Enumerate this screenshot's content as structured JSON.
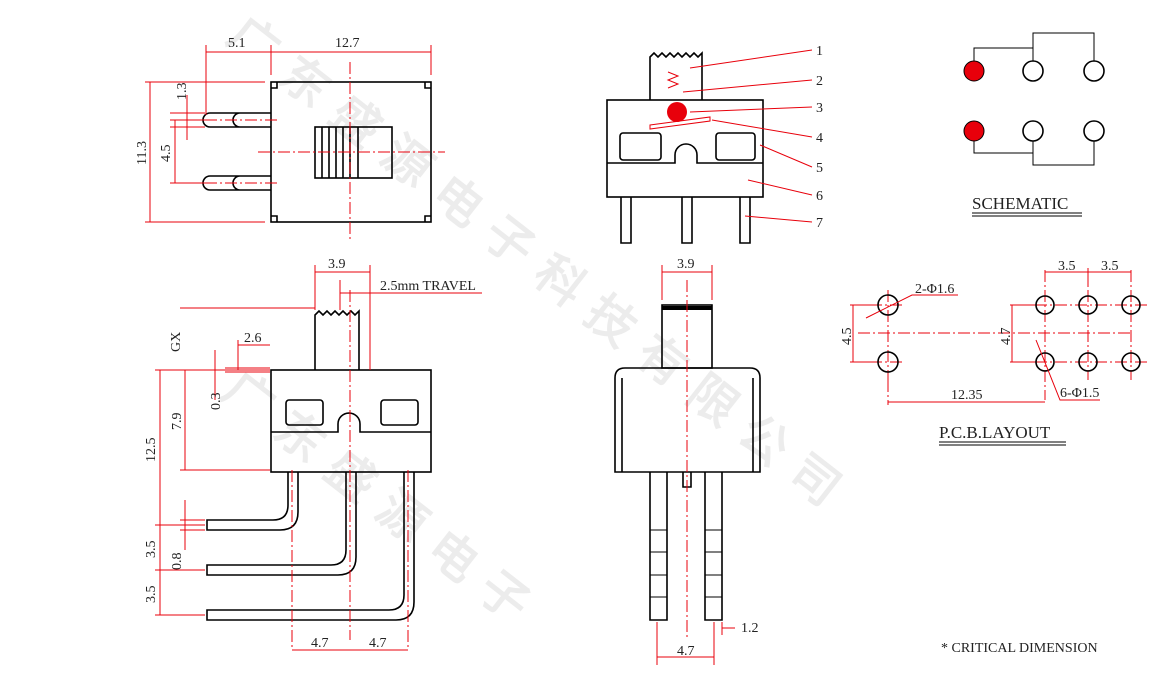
{
  "watermark": "广东盛源电子科技有限公司",
  "colors": {
    "dimension": "#e8000b",
    "outline": "#000000",
    "schematic_fill": "#e8000b"
  },
  "top_view": {
    "dim_pin_length": "5.1",
    "dim_body_length": "12.7",
    "dim_body_height": "11.3",
    "dim_pin_offset": "1.3",
    "dim_pin_pitch": "4.5"
  },
  "side_view": {
    "callouts": [
      "1",
      "2",
      "3",
      "4",
      "5",
      "6",
      "7"
    ]
  },
  "schematic": {
    "title": "SCHEMATIC"
  },
  "right_angle_view": {
    "dim_actuator_width": "3.9",
    "travel": "2.5mm TRAVEL",
    "dim_gx": "GX",
    "dim_2_6": "2.6",
    "dim_0_3": "0.3",
    "dim_7_9": "7.9",
    "dim_12_5": "12.5",
    "dim_3_5_a": "3.5",
    "dim_0_8": "0.8",
    "dim_3_5_b": "3.5",
    "dim_4_7_a": "4.7",
    "dim_4_7_b": "4.7"
  },
  "front_view": {
    "dim_actuator_width": "3.9",
    "dim_pin_width": "1.2",
    "dim_pin_pitch": "4.7"
  },
  "pcb_layout": {
    "title": "P.C.B.LAYOUT",
    "dim_3_5_a": "3.5",
    "dim_3_5_b": "3.5",
    "mount_holes": "2-Φ1.6",
    "pin_holes": "6-Φ1.5",
    "dim_4_5": "4.5",
    "dim_4_7": "4.7",
    "dim_12_35": "12.35"
  },
  "note": "* CRITICAL  DIMENSION"
}
